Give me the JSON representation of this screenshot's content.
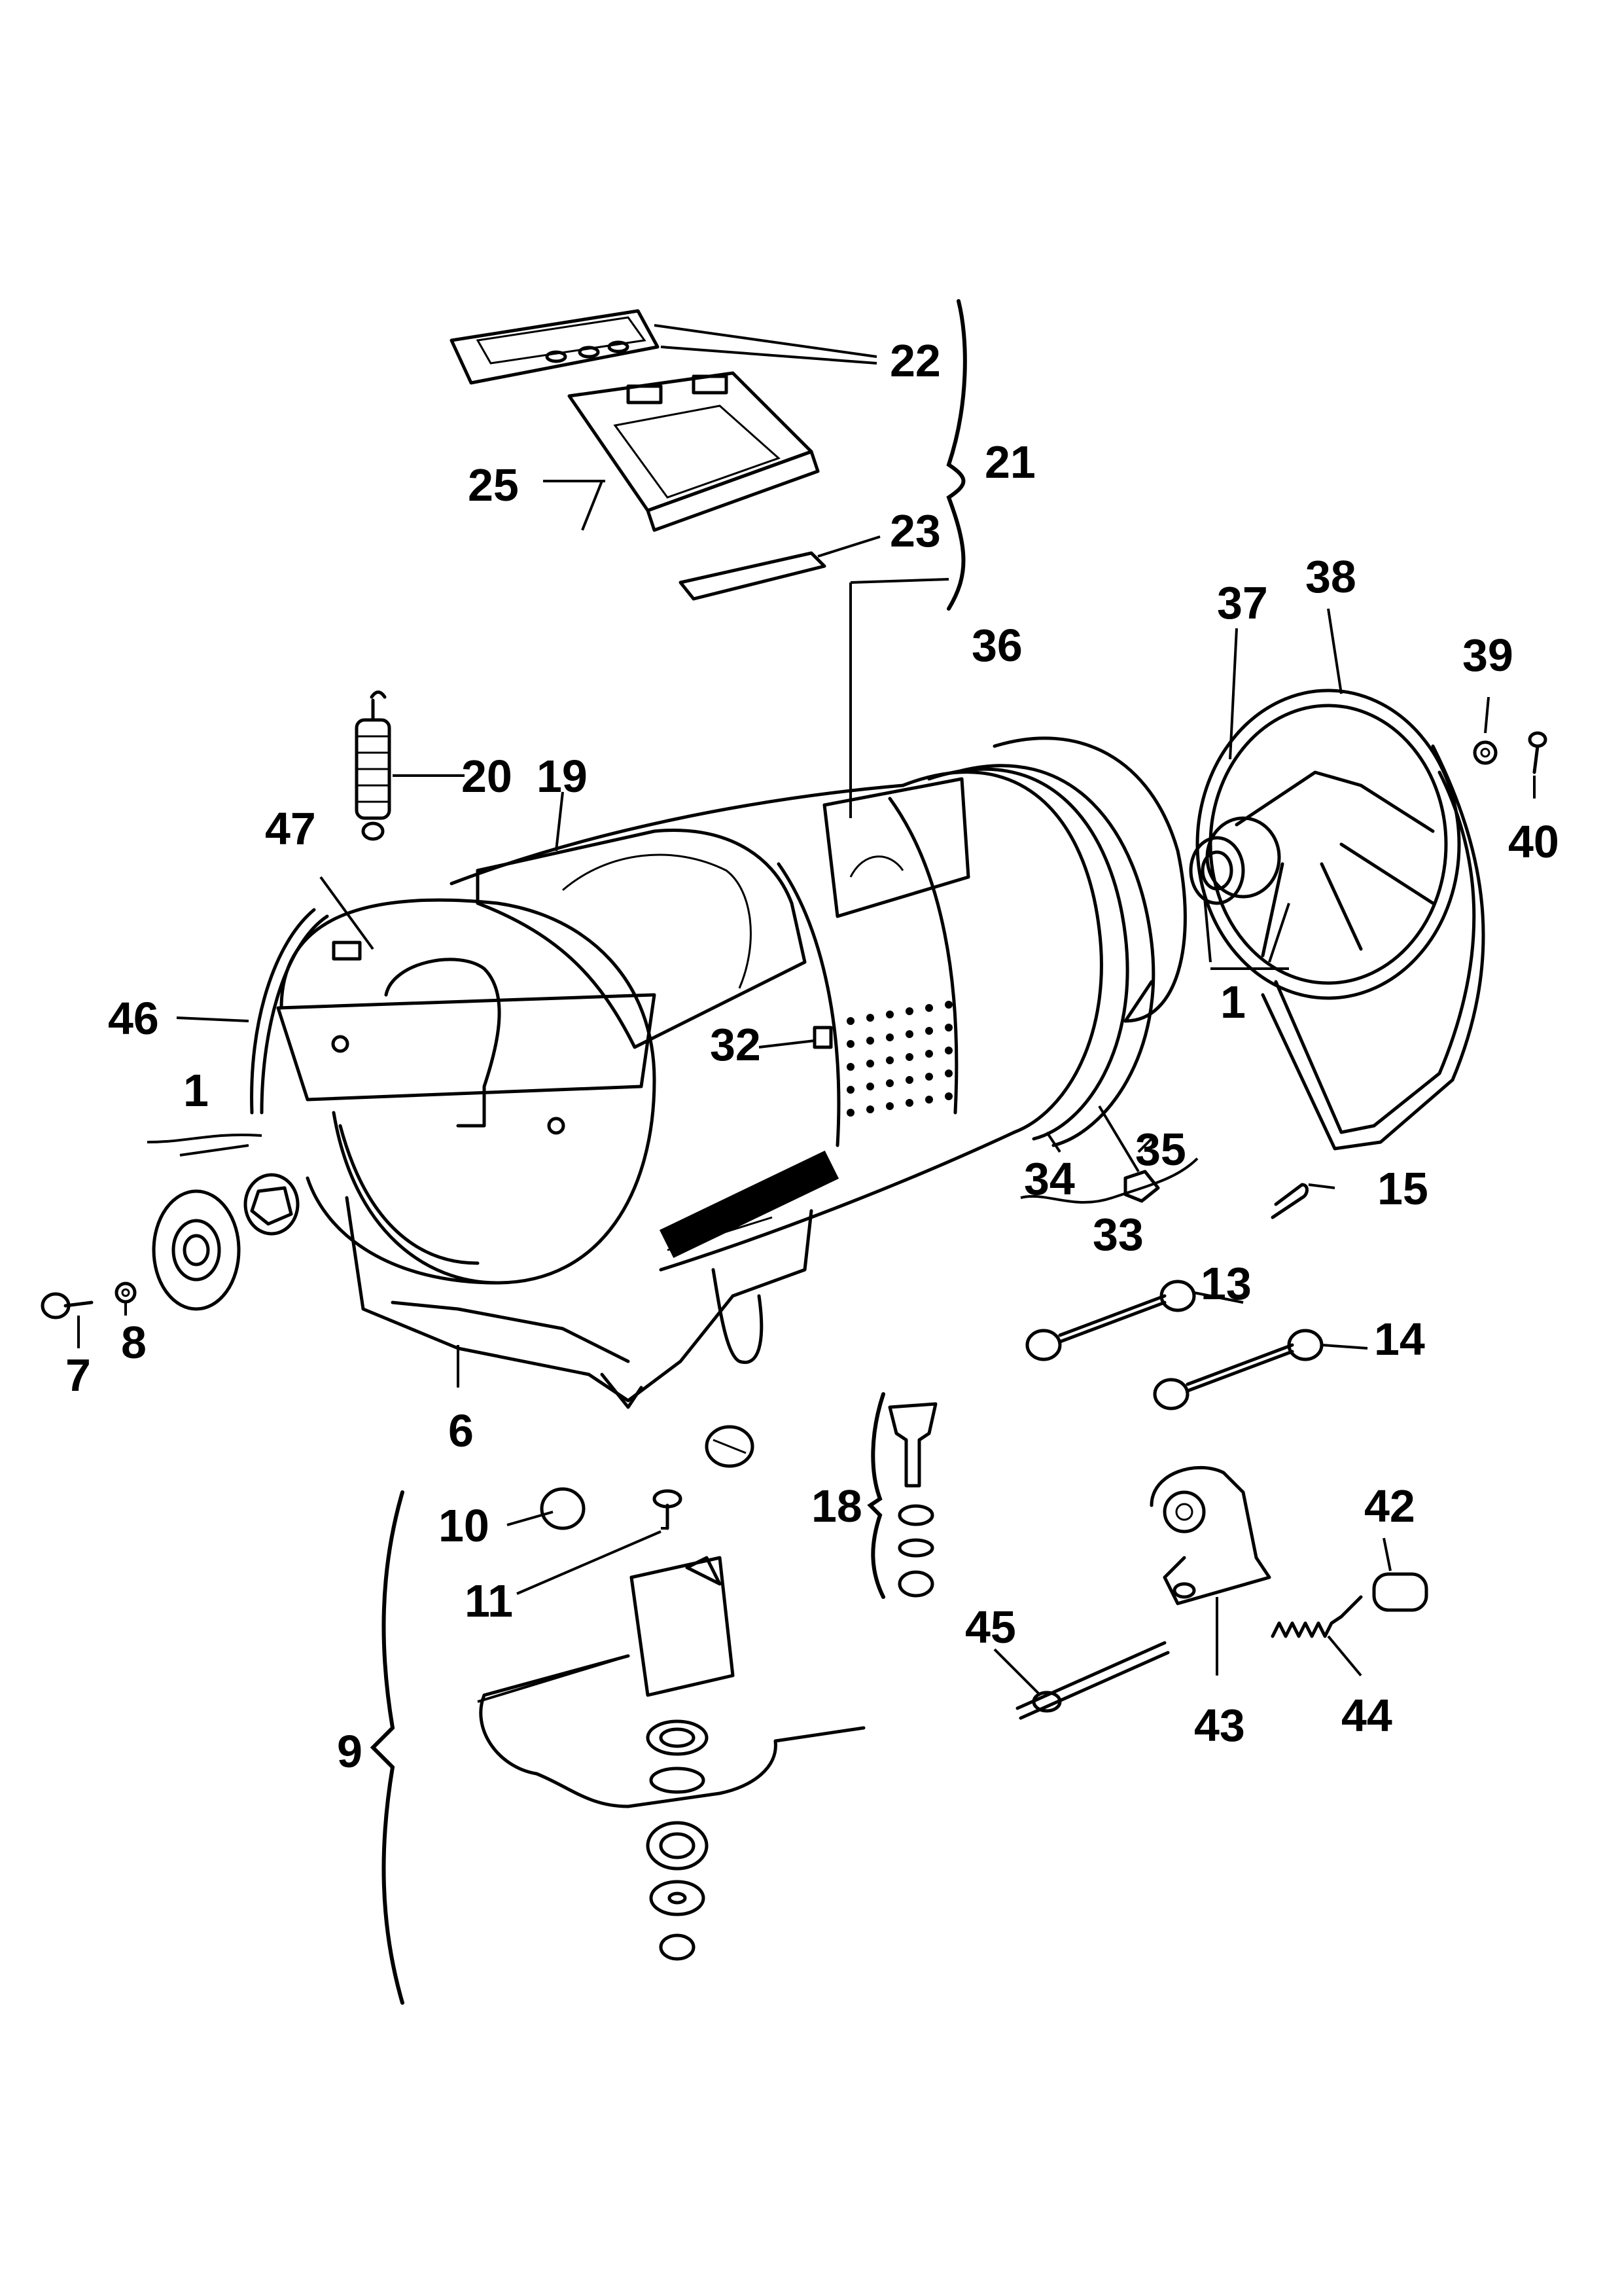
{
  "callouts": [
    {
      "id": "c1a",
      "text": "1"
    },
    {
      "id": "c1b",
      "text": "1"
    },
    {
      "id": "c6",
      "text": "6"
    },
    {
      "id": "c7",
      "text": "7"
    },
    {
      "id": "c8",
      "text": "8"
    },
    {
      "id": "c9",
      "text": "9"
    },
    {
      "id": "c10",
      "text": "10"
    },
    {
      "id": "c11",
      "text": "11"
    },
    {
      "id": "c13",
      "text": "13"
    },
    {
      "id": "c14",
      "text": "14"
    },
    {
      "id": "c15",
      "text": "15"
    },
    {
      "id": "c18",
      "text": "18"
    },
    {
      "id": "c19",
      "text": "19"
    },
    {
      "id": "c20",
      "text": "20"
    },
    {
      "id": "c21",
      "text": "21"
    },
    {
      "id": "c22",
      "text": "22"
    },
    {
      "id": "c23",
      "text": "23"
    },
    {
      "id": "c25",
      "text": "25"
    },
    {
      "id": "c32",
      "text": "32"
    },
    {
      "id": "c33",
      "text": "33"
    },
    {
      "id": "c34",
      "text": "34"
    },
    {
      "id": "c35",
      "text": "35"
    },
    {
      "id": "c36",
      "text": "36"
    },
    {
      "id": "c37",
      "text": "37"
    },
    {
      "id": "c38",
      "text": "38"
    },
    {
      "id": "c39",
      "text": "39"
    },
    {
      "id": "c40",
      "text": "40"
    },
    {
      "id": "c42",
      "text": "42"
    },
    {
      "id": "c43",
      "text": "43"
    },
    {
      "id": "c44",
      "text": "44"
    },
    {
      "id": "c45",
      "text": "45"
    },
    {
      "id": "c46",
      "text": "46"
    },
    {
      "id": "c47",
      "text": "47"
    }
  ],
  "colors": {
    "ink": "#000000",
    "paper": "#ffffff"
  }
}
